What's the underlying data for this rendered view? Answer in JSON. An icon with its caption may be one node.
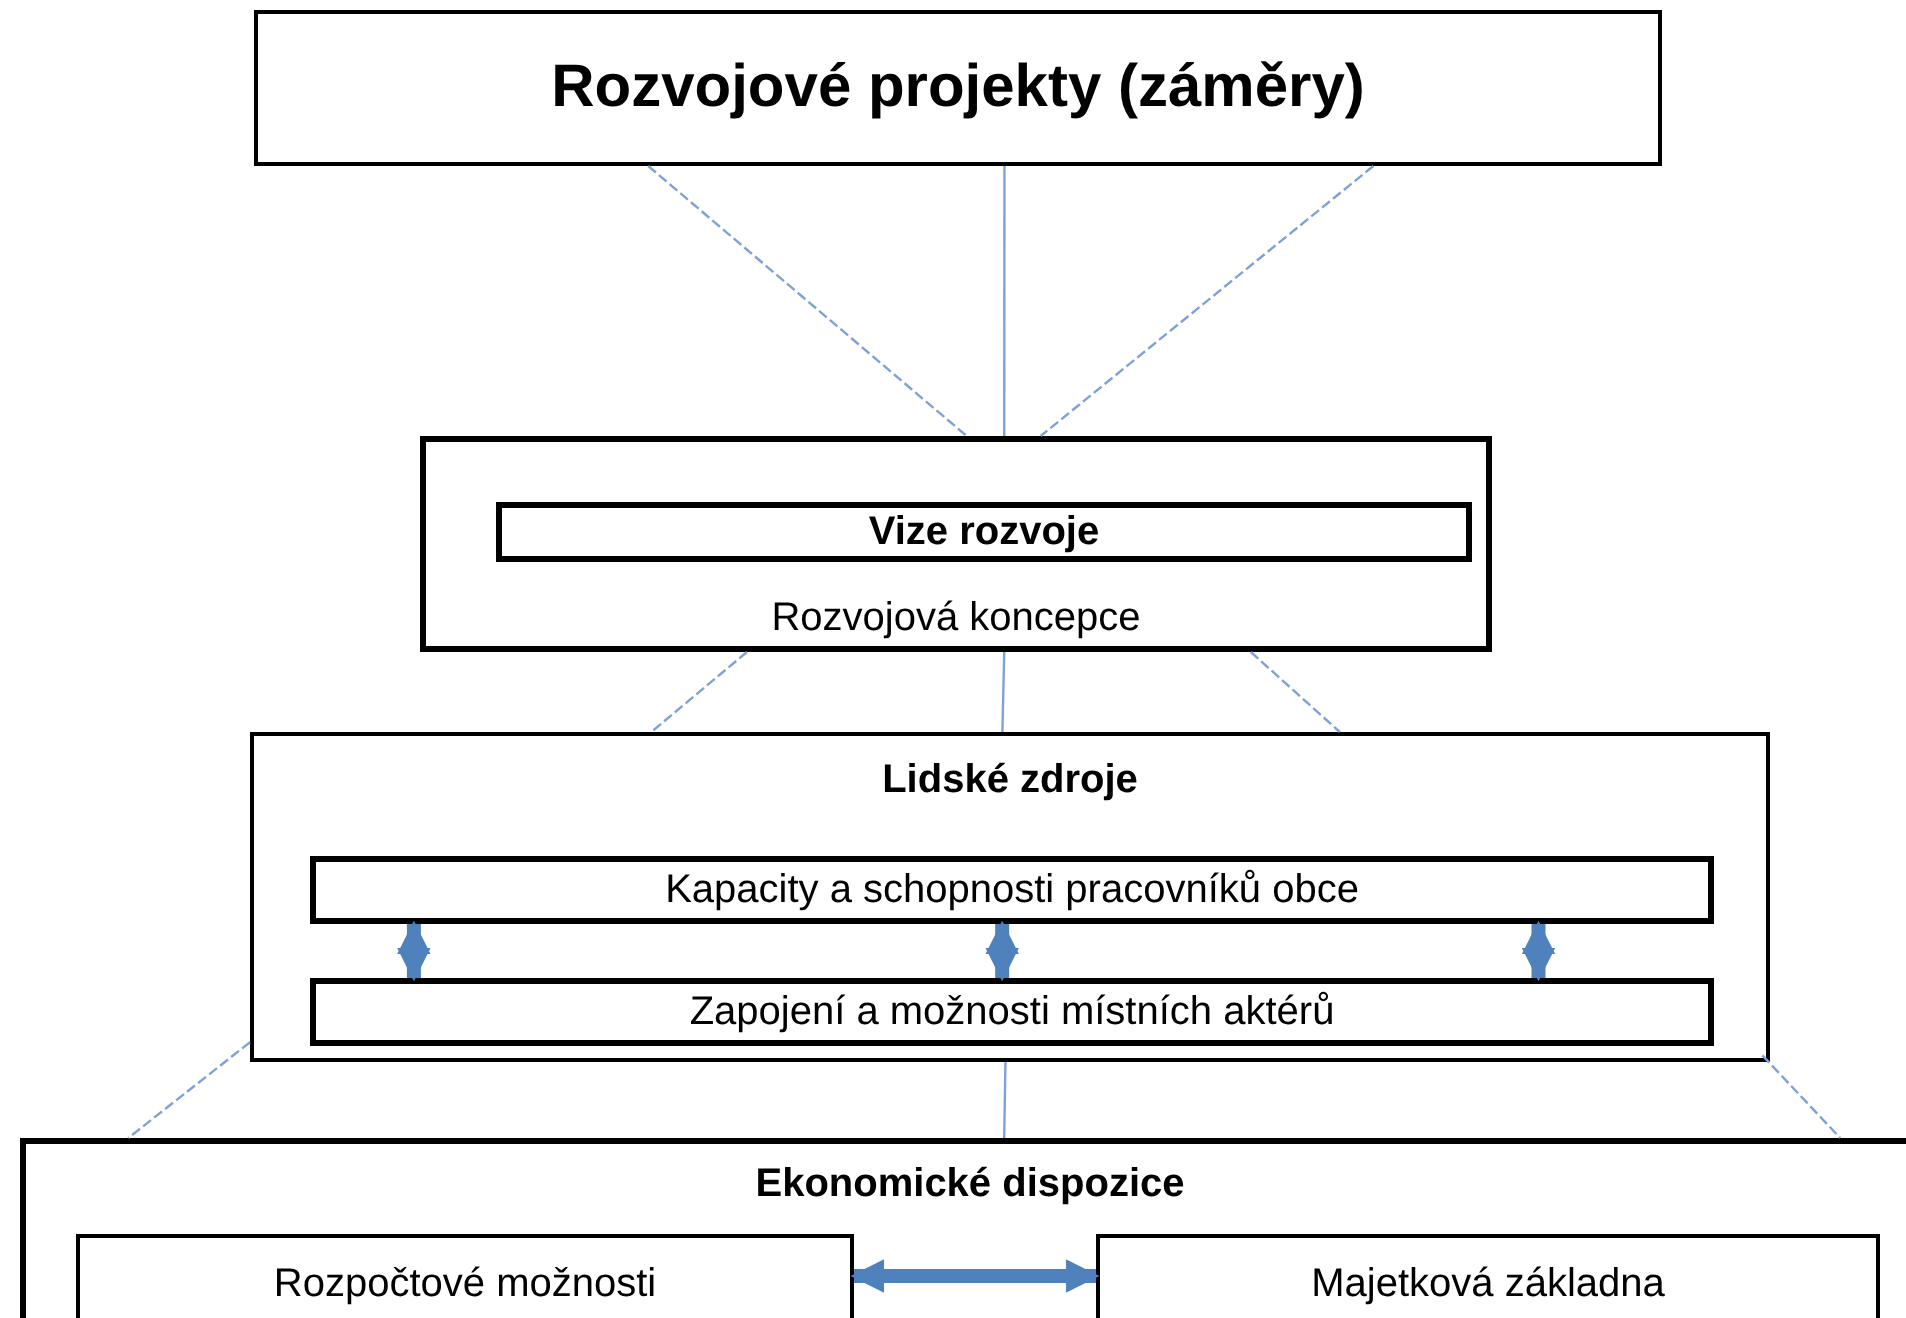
{
  "diagram": {
    "nodes": [
      {
        "text": [
          "Rozvojové projekty (záměry)"
        ]
      },
      {
        "text": [
          "Rozvojová koncepce"
        ]
      },
      {
        "text": [
          "Vize rozvoje"
        ],
        "in": 1
      },
      {
        "text": [
          "Lidské zdroje"
        ]
      },
      {
        "text": [
          "Kapacity a schopnosti pracovníků obce"
        ],
        "in": 3
      },
      {
        "text": [
          "Zapojení a možnosti místních aktérů"
        ],
        "in": 3
      },
      {
        "text": [
          "Ekonomické dispozice"
        ]
      },
      {
        "text": [
          "Rozpočtové možnosti"
        ],
        "in": 6
      },
      {
        "text": [
          "Majetková základna"
        ],
        "in": 6
      }
    ],
    "edges": [
      {
        "from": 0,
        "to": 1,
        "arrow": "none",
        "style": "dashed"
      },
      {
        "from": 0,
        "to": 1,
        "arrow": "none"
      },
      {
        "from": 0,
        "to": 1,
        "arrow": "none",
        "style": "dashed"
      },
      {
        "from": 1,
        "to": 3,
        "arrow": "none",
        "style": "dashed"
      },
      {
        "from": 1,
        "to": 3,
        "arrow": "none"
      },
      {
        "from": 1,
        "to": 3,
        "arrow": "none",
        "style": "dashed"
      },
      {
        "from": 3,
        "to": 6,
        "arrow": "none",
        "style": "dashed"
      },
      {
        "from": 3,
        "to": 6,
        "arrow": "none"
      },
      {
        "from": 3,
        "to": 6,
        "arrow": "none",
        "style": "dashed"
      },
      {
        "from": 4,
        "to": 5,
        "arrow": "both",
        "style": "thick",
        "color": "#4f81bd"
      },
      {
        "from": 4,
        "to": 5,
        "arrow": "both",
        "style": "thick",
        "color": "#4f81bd"
      },
      {
        "from": 4,
        "to": 5,
        "arrow": "both",
        "style": "thick",
        "color": "#4f81bd"
      },
      {
        "from": 7,
        "to": 8,
        "arrow": "both",
        "style": "thick",
        "color": "#4f81bd"
      }
    ]
  }
}
